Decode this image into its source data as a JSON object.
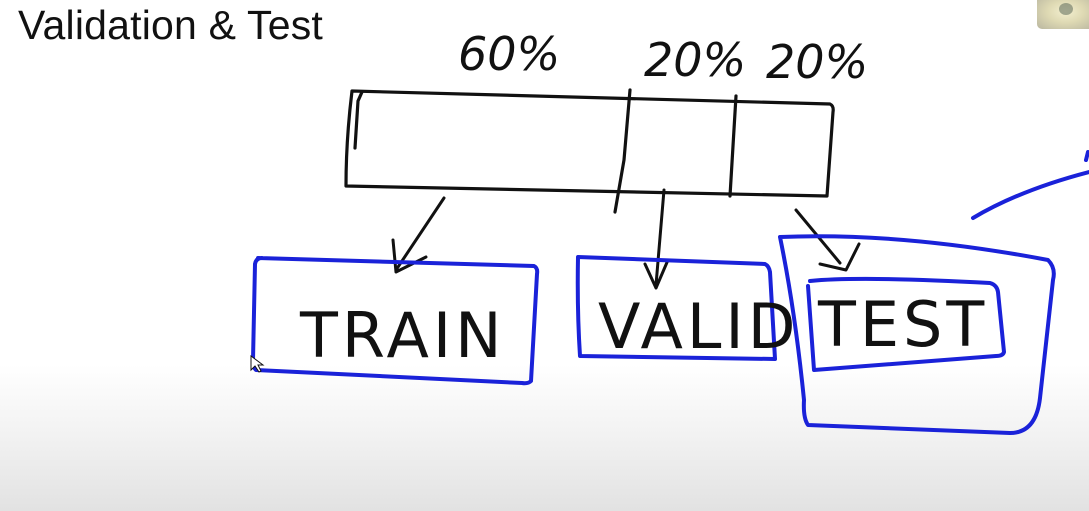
{
  "slide": {
    "title": "Validation & Test"
  },
  "diagram": {
    "split_labels": {
      "train_pct": "60%",
      "valid_pct": "20%",
      "test_pct": "20%"
    },
    "boxes": {
      "train": "TRAIN",
      "valid": "VALID",
      "test": "TEST"
    }
  },
  "colors": {
    "ink_black": "#111111",
    "ink_blue": "#1a22d9"
  },
  "icons": {
    "corner_thumbnail": "presenter-webcam-thumbnail",
    "cursor": "mouse-pointer-icon"
  }
}
